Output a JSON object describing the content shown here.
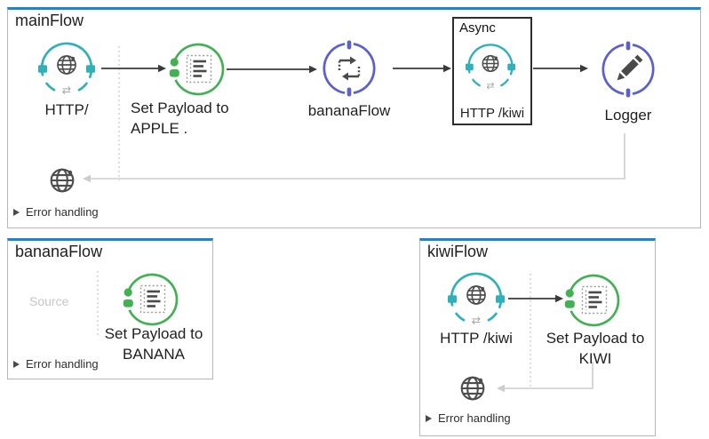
{
  "colors": {
    "flow_top_border": "#1e86c8",
    "flow_border": "#b6b6b6",
    "http_teal": "#2fb0bc",
    "payload_green": "#43b054",
    "core_purple": "#5c60ca",
    "glyph_gray": "#4d4d4d",
    "arrow_black": "#3a3a3a",
    "arrow_gray": "#cdcdcd",
    "async_border": "#2e2e2e",
    "label_text": "#1f1f1f",
    "muted_text": "#c6c6c6"
  },
  "flows": {
    "main": {
      "title": "mainFlow",
      "error_handling": "Error handling",
      "http_source": {
        "label": "HTTP/",
        "icon": "http-listener-globe-icon"
      },
      "set_payload": {
        "line1": "Set Payload to",
        "line2": "APPLE .",
        "icon": "set-payload-list-icon"
      },
      "flow_ref": {
        "label": "bananaFlow",
        "icon": "flow-reference-icon"
      },
      "async": {
        "title": "Async",
        "http_request": {
          "label": "HTTP /kiwi",
          "icon": "http-request-globe-icon"
        }
      },
      "logger": {
        "label": "Logger",
        "icon": "logger-pencil-icon"
      },
      "response_endpoint_icon": "globe-icon"
    },
    "banana": {
      "title": "bananaFlow",
      "source_placeholder": "Source",
      "error_handling": "Error handling",
      "set_payload": {
        "line1": "Set Payload to",
        "line2": "BANANA",
        "icon": "set-payload-list-icon"
      }
    },
    "kiwi": {
      "title": "kiwiFlow",
      "error_handling": "Error handling",
      "http_source": {
        "label": "HTTP /kiwi",
        "icon": "http-listener-globe-icon"
      },
      "set_payload": {
        "line1": "Set Payload to",
        "line2": "KIWI",
        "icon": "set-payload-list-icon"
      },
      "response_endpoint_icon": "globe-icon"
    }
  }
}
